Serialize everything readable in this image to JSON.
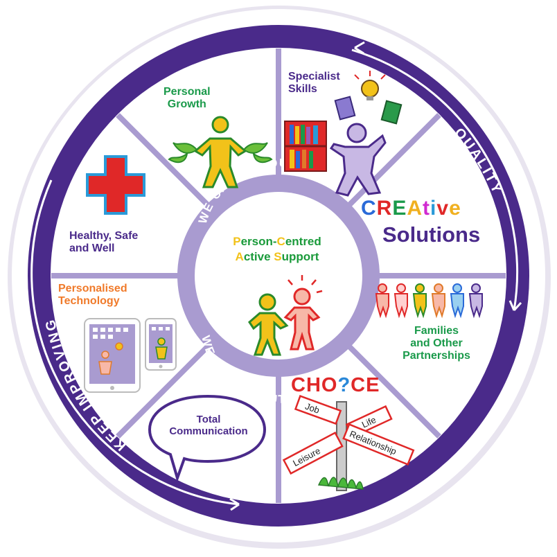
{
  "ring": {
    "quality": "QUALITY",
    "keep_improving": "KEEP IMPROVING"
  },
  "center": {
    "we_care_top": "WE CARE ABOUT...",
    "we_care_bottom": "WE CARE ABOUT...",
    "line1_part1": "P",
    "line1_part2": "erson-",
    "line1_part3": "C",
    "line1_part4": "entred",
    "line2_part1": "A",
    "line2_part2": "ctive ",
    "line2_part3": "S",
    "line2_part4": "upport"
  },
  "segments": {
    "personal_growth": [
      "Personal",
      "Growth"
    ],
    "specialist_skills": [
      "Specialist",
      "Skills"
    ],
    "creative": [
      "C",
      "R",
      "E",
      "A",
      "t",
      "i",
      "v",
      "e"
    ],
    "solutions": "Solutions",
    "families": [
      "Families",
      "and Other",
      "Partnerships"
    ],
    "choice": [
      "CHO",
      "?",
      "CE"
    ],
    "signpost": {
      "job": "Job",
      "life": "Life",
      "leisure": "Leisure",
      "relationship": "Relationship"
    },
    "total_communication": [
      "Total",
      "Communication"
    ],
    "personalised_technology": [
      "Personalised",
      "Technology"
    ],
    "healthy": [
      "Healthy, Safe",
      "and Well"
    ]
  },
  "colors": {
    "ring_purple": "#4a2a8a",
    "divider_lavender": "#a99bd0",
    "green_text": "#1a9a4a",
    "orange_text": "#f07a2a",
    "red_choice": "#e02828"
  }
}
